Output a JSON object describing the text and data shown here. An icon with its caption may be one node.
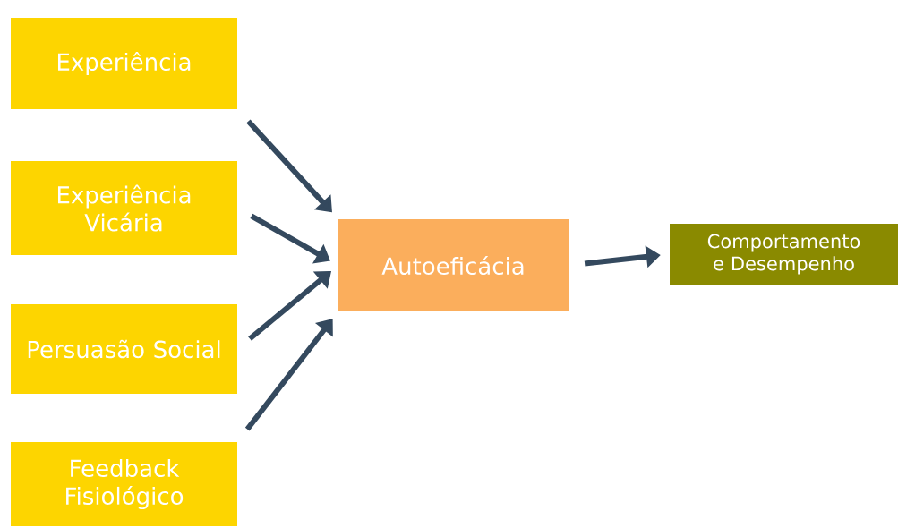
{
  "diagram": {
    "nodes": [
      {
        "text": [
          "Experiência"
        ]
      },
      {
        "text": [
          "Experiência Vicária"
        ]
      },
      {
        "text": [
          "Persuasão Social"
        ]
      },
      {
        "text": [
          "Feedback Fisiológico"
        ]
      },
      {
        "text": [
          "Autoeficácia"
        ]
      },
      {
        "text": [
          "Comportamento e Desempenho"
        ]
      }
    ],
    "edges": [
      {
        "from": 0,
        "to": 4,
        "arrow": "to"
      },
      {
        "from": 1,
        "to": 4,
        "arrow": "to"
      },
      {
        "from": 2,
        "to": 4,
        "arrow": "to"
      },
      {
        "from": 3,
        "to": 4,
        "arrow": "to"
      },
      {
        "from": 4,
        "to": 5,
        "arrow": "to"
      }
    ]
  }
}
